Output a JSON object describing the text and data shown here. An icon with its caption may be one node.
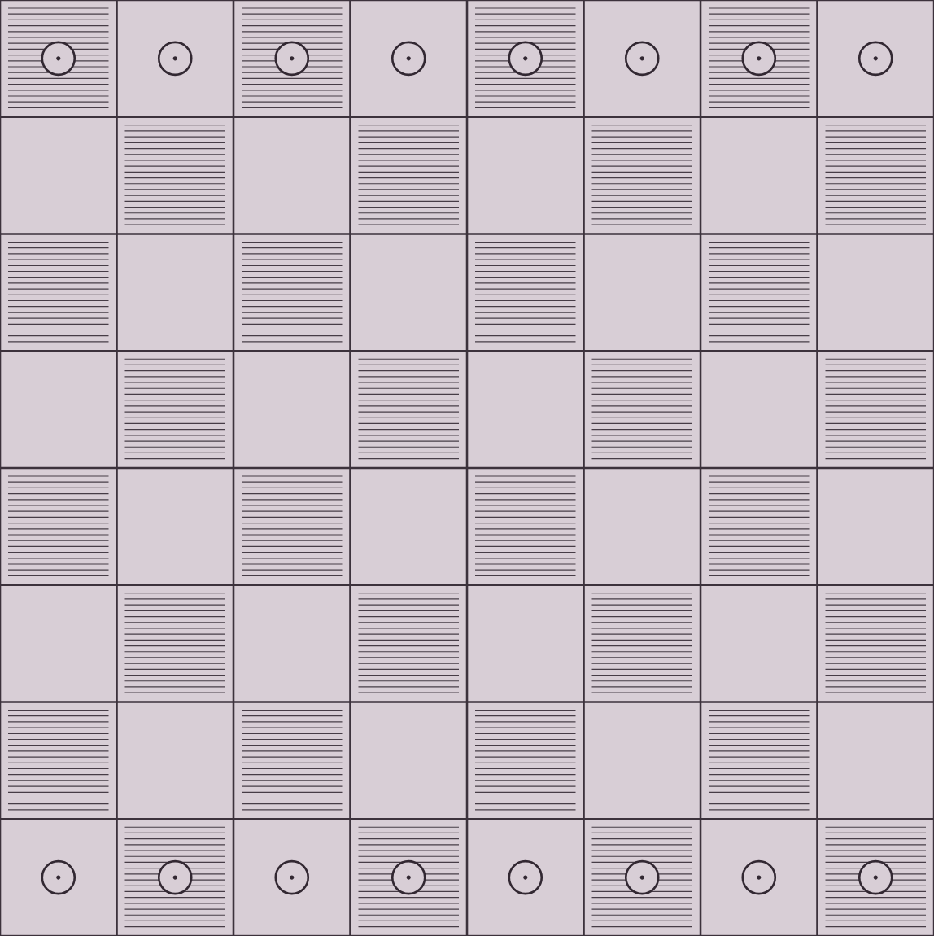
{
  "diagram": {
    "nodes": [
      {
        "text": [],
        "shape": "circle"
      },
      {
        "text": [],
        "shape": "circle"
      },
      {
        "text": [],
        "shape": "circle"
      },
      {
        "text": [],
        "shape": "circle"
      },
      {
        "text": [],
        "shape": "circle"
      },
      {
        "text": [],
        "shape": "circle"
      },
      {
        "text": [],
        "shape": "circle"
      },
      {
        "text": [],
        "shape": "circle"
      },
      {
        "text": [],
        "shape": "circle"
      },
      {
        "text": [],
        "shape": "circle"
      },
      {
        "text": [],
        "shape": "circle"
      },
      {
        "text": [],
        "shape": "circle"
      },
      {
        "text": [],
        "shape": "circle"
      },
      {
        "text": [],
        "shape": "circle"
      },
      {
        "text": [],
        "shape": "circle"
      },
      {
        "text": [],
        "shape": "circle"
      }
    ]
  }
}
